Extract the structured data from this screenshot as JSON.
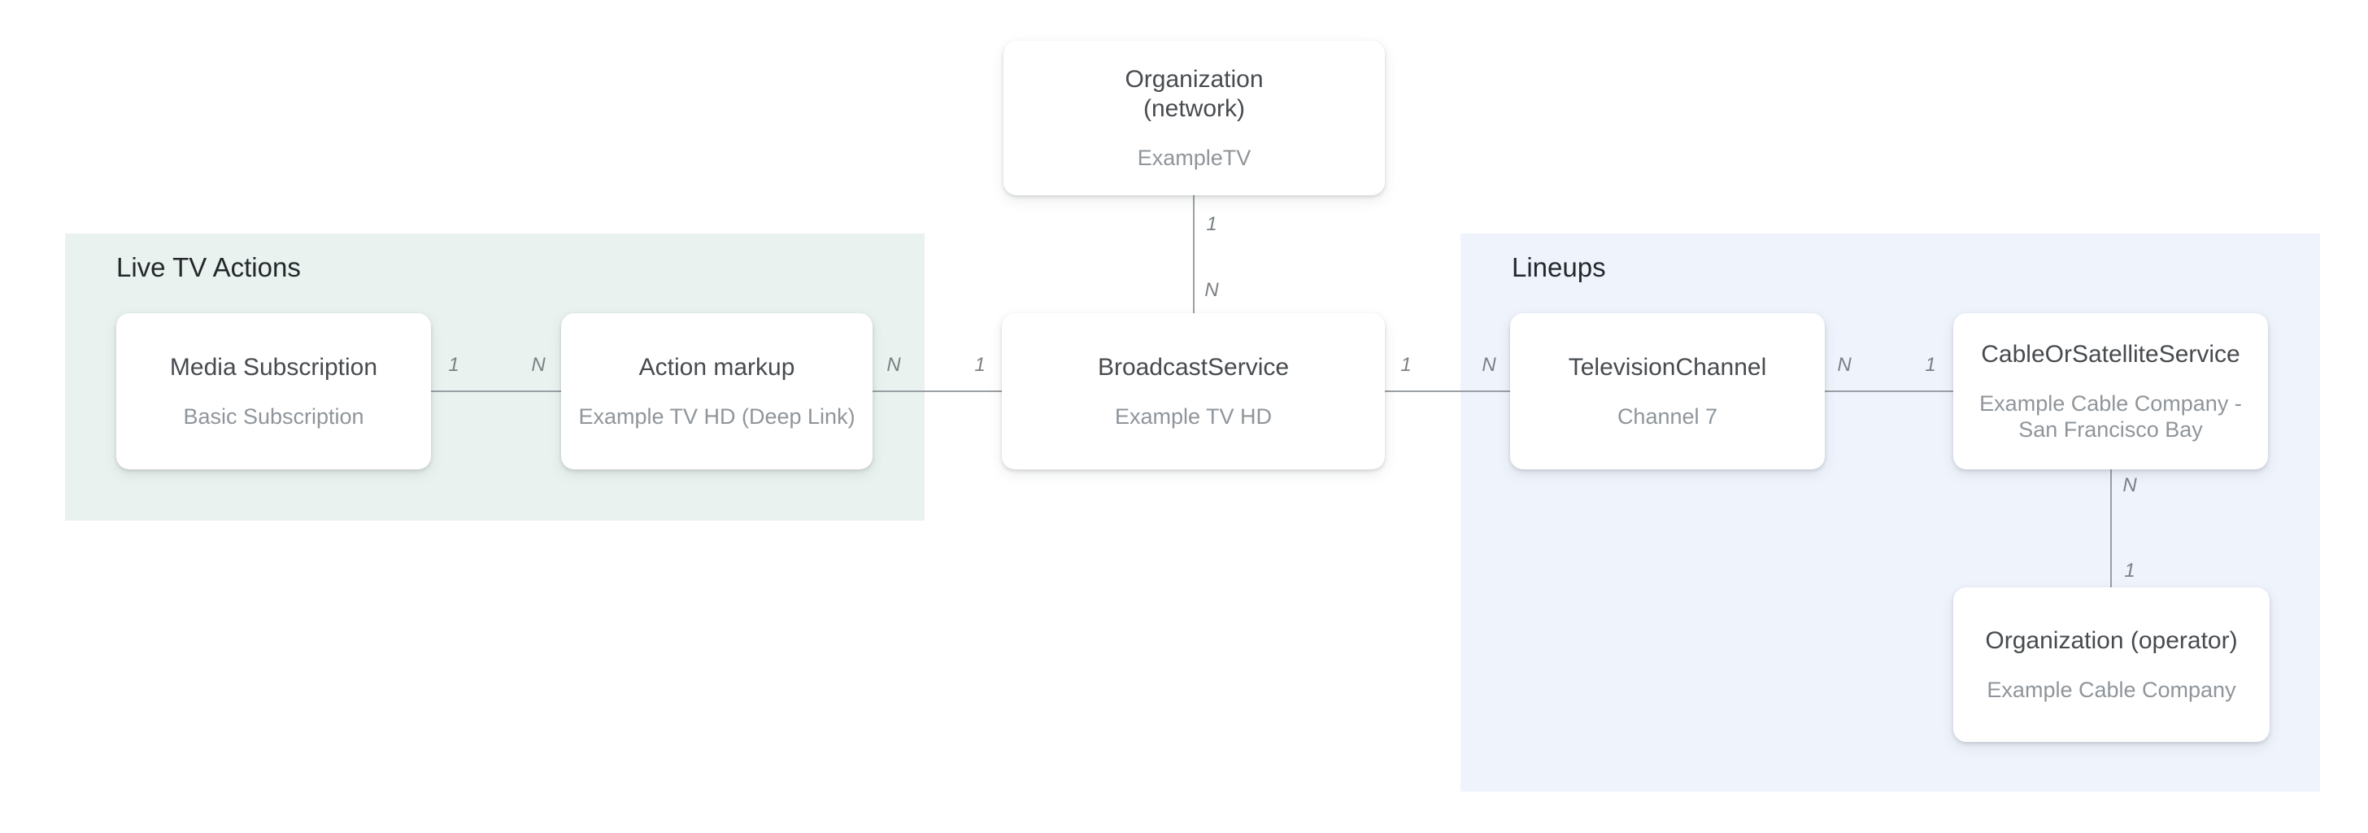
{
  "colors": {
    "page_bg": "#ffffff",
    "live_tv_region_bg": "#e9f2ee",
    "lineups_region_bg": "#eff3fc",
    "node_bg": "#ffffff",
    "node_title": "#474b4f",
    "node_subtitle": "#8f959a",
    "region_title": "#24282c",
    "connector": "#9ba0a5",
    "cardinality": "#7a8085"
  },
  "regions": [
    {
      "label": "Live TV Actions"
    },
    {
      "label": "Lineups"
    }
  ],
  "nodes": [
    {
      "title": "Organization (network)",
      "title_lines": [
        "Organization",
        "(network)"
      ],
      "subtitle": "ExampleTV"
    },
    {
      "title": "Media Subscription",
      "subtitle": "Basic Subscription"
    },
    {
      "title": "Action markup",
      "subtitle": "Example TV HD (Deep Link)"
    },
    {
      "title": "BroadcastService",
      "subtitle": "Example TV HD"
    },
    {
      "title": "TelevisionChannel",
      "subtitle": "Channel 7"
    },
    {
      "title": "CableOrSatelliteService",
      "subtitle": "Example Cable Company - San Francisco Bay"
    },
    {
      "title": "Organization (operator)",
      "subtitle": "Example Cable Company"
    }
  ],
  "edges": [
    {
      "from": "Organization (network)",
      "to": "BroadcastService",
      "from_label": "1",
      "to_label": "N"
    },
    {
      "from": "Media Subscription",
      "to": "Action markup",
      "from_label": "1",
      "to_label": "N"
    },
    {
      "from": "Action markup",
      "to": "BroadcastService",
      "from_label": "N",
      "to_label": "1"
    },
    {
      "from": "BroadcastService",
      "to": "TelevisionChannel",
      "from_label": "1",
      "to_label": "N"
    },
    {
      "from": "TelevisionChannel",
      "to": "CableOrSatelliteService",
      "from_label": "N",
      "to_label": "1"
    },
    {
      "from": "CableOrSatelliteService",
      "to": "Organization (operator)",
      "from_label": "N",
      "to_label": "1"
    }
  ]
}
